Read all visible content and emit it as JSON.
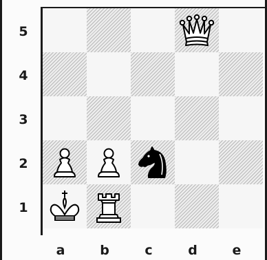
{
  "board": {
    "ranks": [
      "5",
      "4",
      "3",
      "2",
      "1"
    ],
    "files": [
      "a",
      "b",
      "c",
      "d",
      "e"
    ],
    "pieces": [
      {
        "square": "d5",
        "piece": "queen",
        "color": "white",
        "icon": "white-queen-icon"
      },
      {
        "square": "a2",
        "piece": "pawn",
        "color": "white",
        "icon": "white-pawn-icon"
      },
      {
        "square": "b2",
        "piece": "pawn",
        "color": "white",
        "icon": "white-pawn-icon"
      },
      {
        "square": "c2",
        "piece": "knight",
        "color": "black",
        "icon": "black-knight-icon"
      },
      {
        "square": "a1",
        "piece": "king",
        "color": "white",
        "icon": "white-king-icon"
      },
      {
        "square": "b1",
        "piece": "rook",
        "color": "white",
        "icon": "white-rook-icon"
      }
    ]
  },
  "colors": {
    "light_square": "#f6f6f6",
    "dark_square_hatch": "#b9b9b9",
    "border": "#1a1a1a",
    "white_piece_fill": "#ffffff",
    "black_piece_fill": "#000000"
  }
}
